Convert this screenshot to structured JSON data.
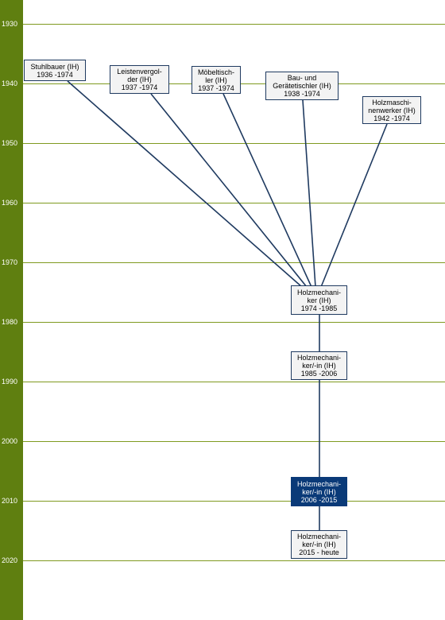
{
  "colors": {
    "axis": "#5f7f10",
    "gridline": "#7f9a20",
    "connector": "#1f3a60",
    "node_fill": "#f3f3f3",
    "active_fill": "#0a3a78"
  },
  "timeline": {
    "years": [
      "1930",
      "1940",
      "1950",
      "1960",
      "1970",
      "1980",
      "1990",
      "2000",
      "2010",
      "2020"
    ]
  },
  "nodes": [
    {
      "id": "stuhlbauer",
      "lines": [
        "Stuhlbauer (IH)",
        "1936 -1974"
      ],
      "active": false
    },
    {
      "id": "leistenvergolder",
      "lines": [
        "Leistenvergol-",
        "der (IH)",
        "1937 -1974"
      ],
      "active": false
    },
    {
      "id": "moebeltischler",
      "lines": [
        "Möbeltisch-",
        "ler (IH)",
        "1937 -1974"
      ],
      "active": false
    },
    {
      "id": "bau-geraetetischler",
      "lines": [
        "Bau- und",
        "Gerätetischler (IH)",
        "1938 -1974"
      ],
      "active": false
    },
    {
      "id": "holzmaschinenwerker",
      "lines": [
        "Holzmaschi-",
        "nenwerker (IH)",
        "1942 -1974"
      ],
      "active": false
    },
    {
      "id": "holzmechaniker-1974",
      "lines": [
        "Holzmechani-",
        "ker (IH)",
        "1974 -1985"
      ],
      "active": false
    },
    {
      "id": "holzmechaniker-1985",
      "lines": [
        "Holzmechani-",
        "ker/-in (IH)",
        "1985 -2006"
      ],
      "active": false
    },
    {
      "id": "holzmechaniker-2006",
      "lines": [
        "Holzmechani-",
        "ker/-in (IH)",
        "2006 -2015"
      ],
      "active": true
    },
    {
      "id": "holzmechaniker-2015",
      "lines": [
        "Holzmechani-",
        "ker/-in (IH)",
        "2015 - heute"
      ],
      "active": false
    }
  ]
}
